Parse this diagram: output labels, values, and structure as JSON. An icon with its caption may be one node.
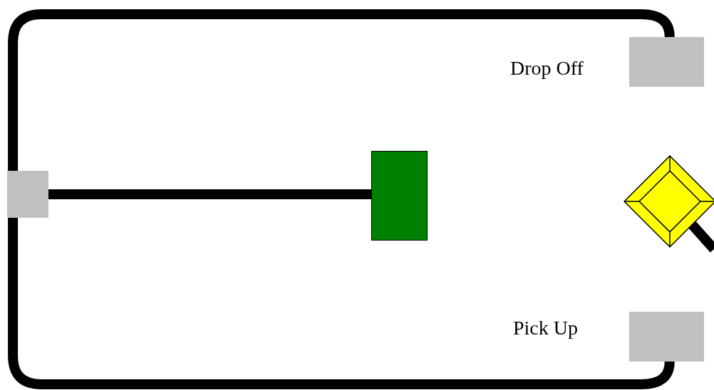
{
  "diagram": {
    "nodes": [
      {
        "text": [],
        "shape": "box",
        "beside": [
          "Drop Off"
        ]
      },
      {
        "text": [],
        "shape": "box"
      },
      {
        "text": [],
        "shape": "box"
      },
      {
        "text": [],
        "shape": "diamond"
      },
      {
        "text": [],
        "shape": "box",
        "beside": [
          "Pick Up"
        ]
      }
    ],
    "edges": [
      {
        "from": 1,
        "to": 0,
        "arrow": "none"
      },
      {
        "from": 1,
        "to": 4,
        "arrow": "none"
      },
      {
        "from": 1,
        "to": 2,
        "arrow": "none"
      },
      {
        "from": 3,
        "to": null,
        "arrow": "none"
      }
    ]
  }
}
